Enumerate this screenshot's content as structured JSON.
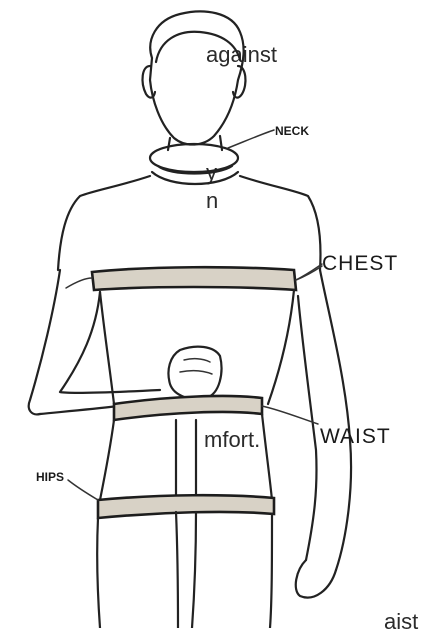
{
  "text_fragments": {
    "line1": "against",
    "line2": "y",
    "line3": "n",
    "line4": "mfort.",
    "line5": "aist"
  },
  "labels": {
    "neck": "NECK",
    "chest": "CHEST",
    "waist": "WAIST",
    "hips": "HIPS"
  },
  "colors": {
    "ink": "#222222",
    "tape_fill": "#d8d2c6",
    "background": "#ffffff"
  }
}
